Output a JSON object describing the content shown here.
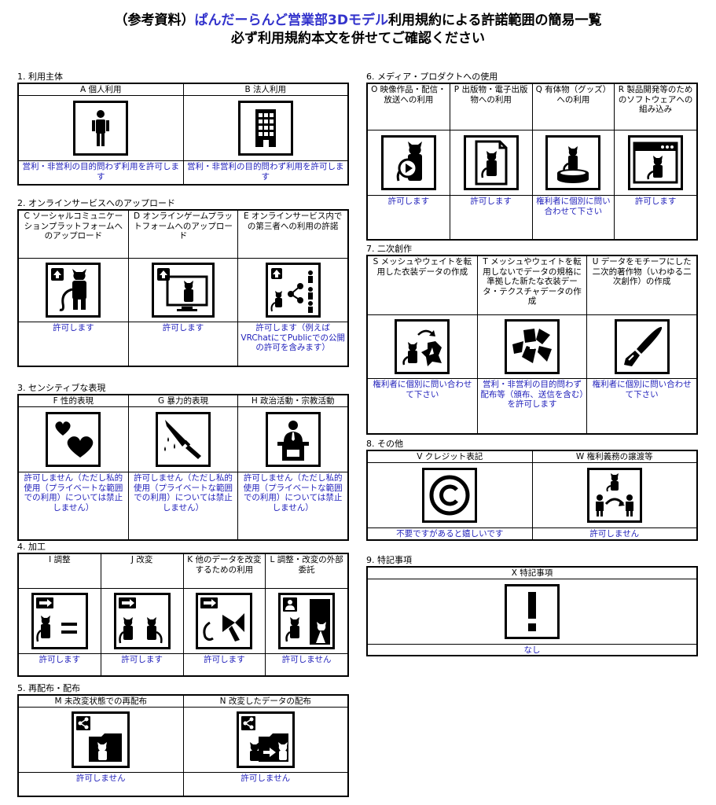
{
  "title": {
    "line1_pre": "（参考資料）",
    "line1_hl": "ぱんだーらんど営業部3Dモデル",
    "line1_post": "利用規約による許諾範囲の簡易一覧",
    "line2": "必ず利用規約本文を併せてご確認ください"
  },
  "sections": {
    "s1": {
      "title": "1. 利用主体",
      "items": [
        {
          "label": "A 個人利用",
          "icon": "person-icon",
          "status": "営利・非営利の目的問わず利用を許可します"
        },
        {
          "label": "B 法人利用",
          "icon": "building-icon",
          "status": "営利・非営利の目的問わず利用を許可します"
        }
      ]
    },
    "s2": {
      "title": "2. オンラインサービスへのアップロード",
      "items": [
        {
          "label": "C ソーシャルコミュニケーションプラットフォームへのアップロード",
          "icon": "social-upload-icon",
          "status": "許可します"
        },
        {
          "label": "D オンラインゲームプラットフォームへのアップロード",
          "icon": "game-upload-icon",
          "status": "許可します"
        },
        {
          "label": "E オンラインサービス内での第三者への利用の許諾",
          "icon": "share-third-party-icon",
          "status": "許可します（例えばVRChatにてPublicでの公開の許可を含みます）"
        }
      ]
    },
    "s3": {
      "title": "3. センシティブな表現",
      "items": [
        {
          "label": "F 性的表現",
          "icon": "hearts-icon",
          "status": "許可しません（ただし私的使用（プライベートな範囲での利用）については禁止しません）"
        },
        {
          "label": "G 暴力的表現",
          "icon": "knife-icon",
          "status": "許可しません（ただし私的使用（プライベートな範囲での利用）については禁止しません）"
        },
        {
          "label": "H 政治活動・宗教活動",
          "icon": "podium-icon",
          "status": "許可しません（ただし私的使用（プライベートな範囲での利用）については禁止しません）"
        }
      ]
    },
    "s4": {
      "title": "4. 加工",
      "items": [
        {
          "label": "I 調整",
          "icon": "adjust-icon",
          "status": "許可します"
        },
        {
          "label": "J 改変",
          "icon": "modify-icon",
          "status": "許可します"
        },
        {
          "label": "K 他のデータを改変するための利用",
          "icon": "other-data-icon",
          "status": "許可します"
        },
        {
          "label": "L 調整・改変の外部委託",
          "icon": "outsource-icon",
          "status": "許可しません"
        }
      ]
    },
    "s5": {
      "title": "5. 再配布・配布",
      "items": [
        {
          "label": "M 未改変状態での再配布",
          "icon": "redistribute-icon",
          "status": "許可しません"
        },
        {
          "label": "N 改変したデータの配布",
          "icon": "distribute-modified-icon",
          "status": "許可しません"
        }
      ]
    },
    "s6": {
      "title": "6. メディア・プロダクトへの使用",
      "items": [
        {
          "label": "O 映像作品・配信・放送への利用",
          "icon": "video-icon",
          "status": "許可します"
        },
        {
          "label": "P 出版物・電子出版物への利用",
          "icon": "publication-icon",
          "status": "許可します"
        },
        {
          "label": "Q 有体物（グッズ）への利用",
          "icon": "figure-icon",
          "status": "権利者に個別に問い合わせて下さい"
        },
        {
          "label": "R 製品開発等のためのソフトウェアへの組み込み",
          "icon": "software-icon",
          "status": "許可します"
        }
      ]
    },
    "s7": {
      "title": "7. 二次創作",
      "items": [
        {
          "label": "S メッシュやウェイトを転用した衣装データの作成",
          "icon": "costume-mesh-icon",
          "status": "権利者に個別に問い合わせて下さい"
        },
        {
          "label": "T メッシュやウェイトを転用しないでデータの規格に準拠した新たな衣装データ・テクスチャデータの作成",
          "icon": "costume-new-icon",
          "status": "営利・非営利の目的問わず配布等（頒布、送信を含む）を許可します"
        },
        {
          "label": "U データをモチーフにした二次的著作物（いわゆる二次創作）の作成",
          "icon": "brush-icon",
          "status": "権利者に個別に問い合わせて下さい"
        }
      ]
    },
    "s8": {
      "title": "8. その他",
      "items": [
        {
          "label": "V クレジット表記",
          "icon": "copyright-icon",
          "status": "不要ですがあると嬉しいです"
        },
        {
          "label": "W 権利義務の譲渡等",
          "icon": "transfer-icon",
          "status": "許可しません"
        }
      ]
    },
    "s9": {
      "title": "9. 特記事項",
      "items": [
        {
          "label": "X 特記事項",
          "icon": "exclamation-icon",
          "status": "なし"
        }
      ]
    }
  }
}
